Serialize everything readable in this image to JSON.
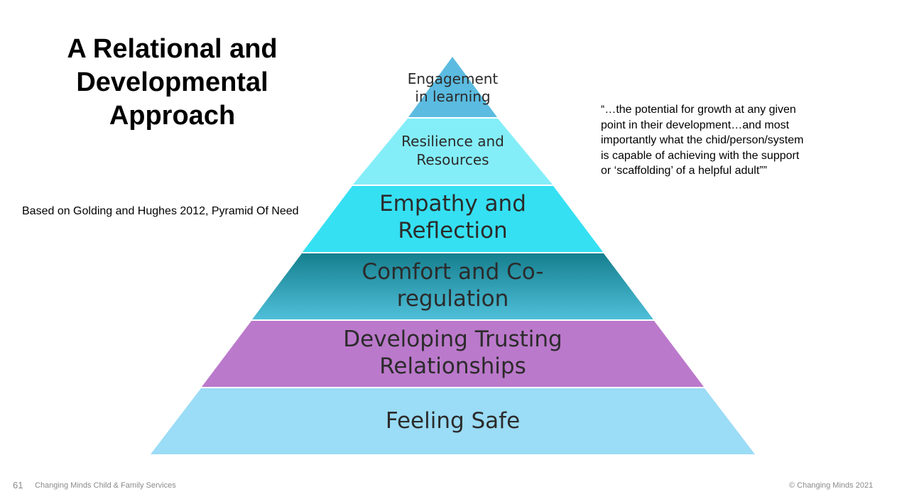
{
  "slide": {
    "title": "A Relational and\nDevelopmental\nApproach",
    "based_on": "Based on Golding and Hughes 2012, Pyramid Of Need",
    "quote": "“…the potential for growth at any given\npoint in their development…and most\nimportantly what the chid/person/system\nis capable of achieving with the support\nor ‘scaffolding’ of a helpful adult””"
  },
  "pyramid": {
    "tiers": [
      {
        "label": "Engagement\nin learning",
        "color": "#5bbbe0"
      },
      {
        "label": "Resilience and\nResources",
        "color": "#84eef8"
      },
      {
        "label": "Empathy and\nReflection",
        "color": "#35e0f2"
      },
      {
        "label": "Comfort and Co-\nregulation",
        "color_top": "#157f8e",
        "color_bottom": "#4fbfd9"
      },
      {
        "label": "Developing Trusting\nRelationships",
        "color": "#bb79cb"
      },
      {
        "label": "Feeling Safe",
        "color": "#9bdcf6"
      }
    ]
  },
  "footer": {
    "page_number": "61",
    "organization": "Changing Minds Child & Family Services",
    "copyright": "© Changing Minds 2021"
  }
}
